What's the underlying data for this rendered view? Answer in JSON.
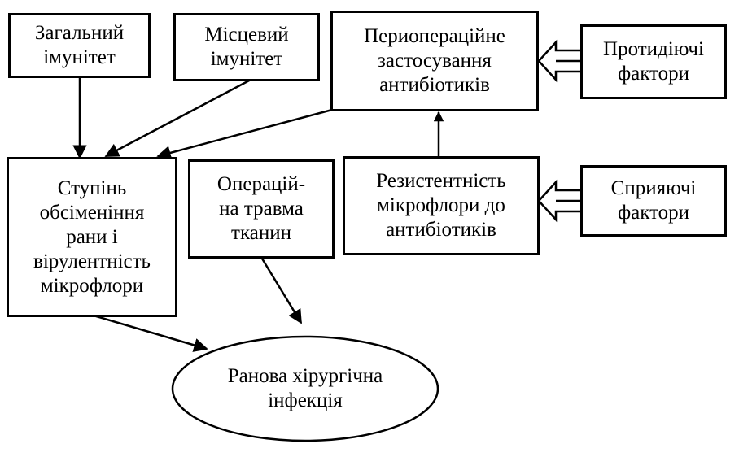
{
  "nodes": {
    "general_immunity": "Загальний\nімунітет",
    "local_immunity": "Місцевий\nімунітет",
    "perioperative_antibiotics": "Периопераційне\nзастосування\nантибіотиків",
    "counteracting_factors": "Протидіючі\nфактори",
    "contamination_virulence": "Ступінь\nобсіменіння\nрани і\nвірулентність\nмікрофлори",
    "operative_trauma": "Операцій-\nна травма\nтканин",
    "resistance": "Резистентність\nмікрофлори до\nантибіотиків",
    "contributing_factors": "Сприяючі\nфактори",
    "wound_infection": "Ранова хірургічна\nінфекція"
  }
}
